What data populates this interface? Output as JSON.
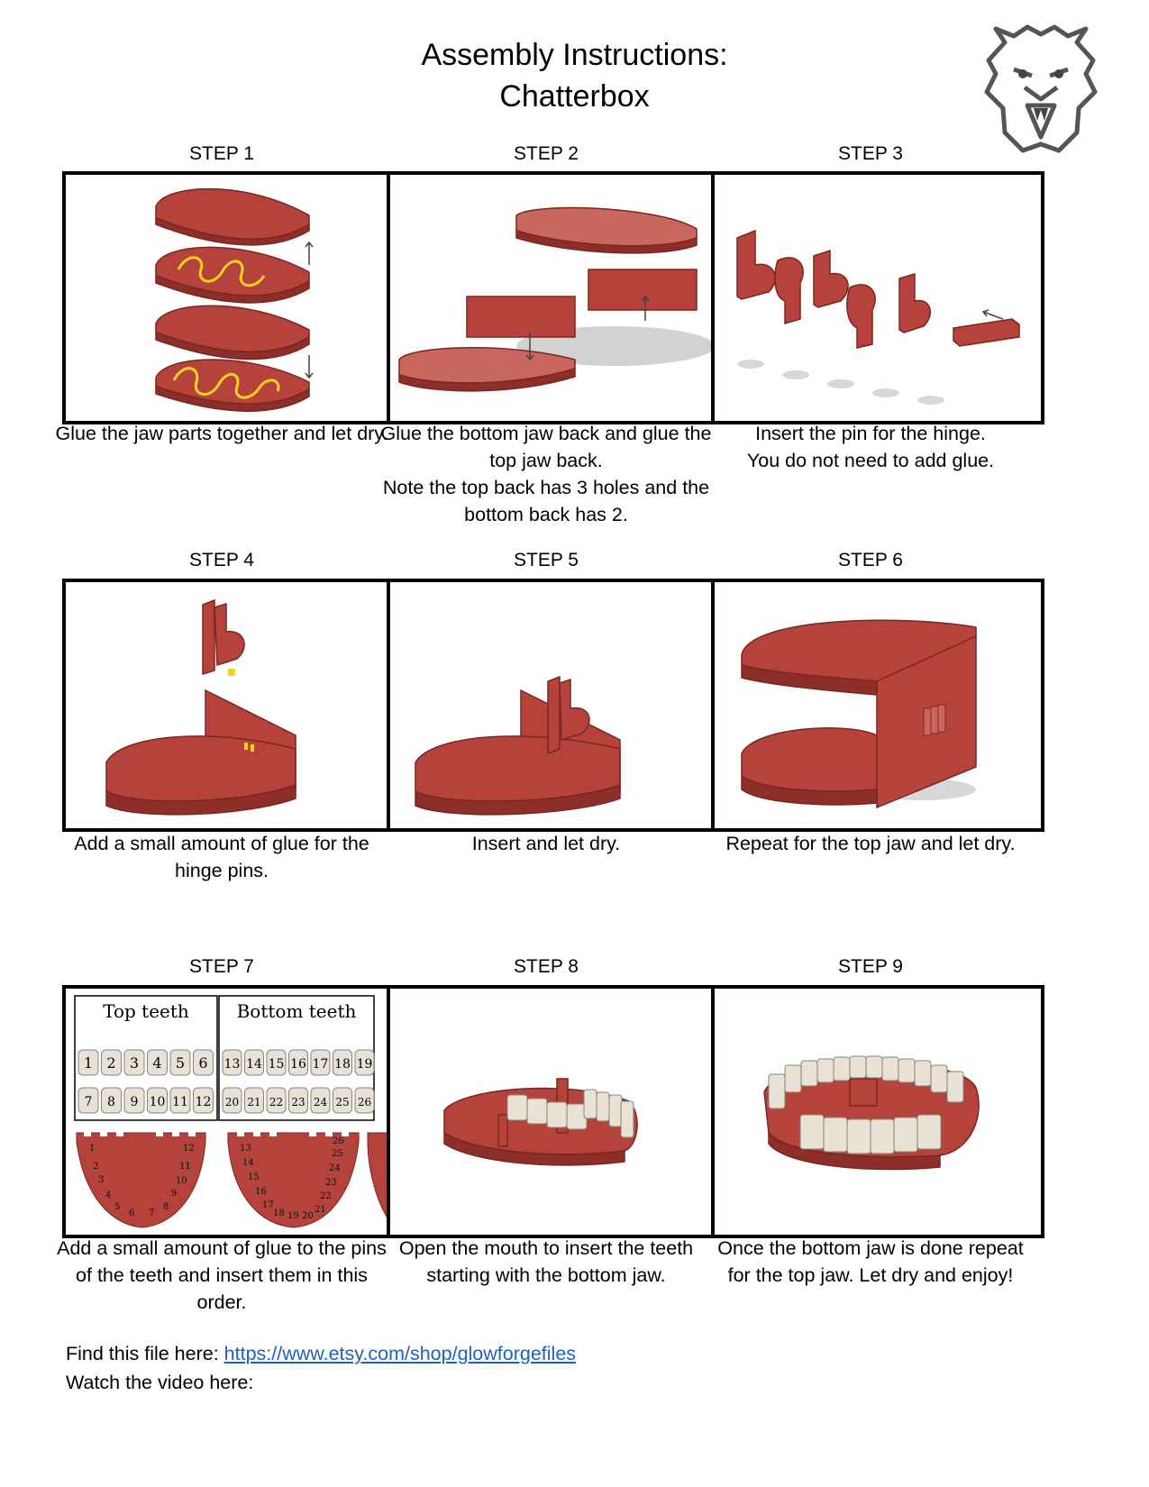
{
  "header": {
    "title_line1": "Assembly Instructions:",
    "title_line2": "Chatterbox",
    "logo_icon": "bear-head-logo-icon"
  },
  "colors": {
    "wood": "#b5433c",
    "wood_dark": "#8d2e29",
    "wood_light": "#c9665e",
    "glue": "#f4d21e",
    "teeth": "#e8e2d6",
    "link": "#1f5fbf"
  },
  "steps": [
    {
      "label": "STEP 1",
      "caption": [
        "Glue the jaw parts together and let dry."
      ]
    },
    {
      "label": "STEP 2",
      "caption": [
        "Glue the bottom jaw back and glue the top jaw back.",
        "Note the top back has 3 holes and the bottom back has 2."
      ]
    },
    {
      "label": "STEP 3",
      "caption": [
        "Insert the pin for the hinge.",
        "You do not need to add glue."
      ]
    },
    {
      "label": "STEP 4",
      "caption": [
        "Add a small amount of glue for the hinge pins."
      ]
    },
    {
      "label": "STEP 5",
      "caption": [
        "Insert and let dry."
      ]
    },
    {
      "label": "STEP 6",
      "caption": [
        "Repeat for the top jaw and let dry."
      ]
    },
    {
      "label": "STEP 7",
      "caption": [
        "Add a small amount of glue to the pins of the teeth and insert them in this order."
      ]
    },
    {
      "label": "STEP 8",
      "caption": [
        "Open the mouth to insert the teeth starting with the bottom jaw."
      ]
    },
    {
      "label": "STEP 9",
      "caption": [
        "Once the bottom jaw is done repeat for the top jaw. Let dry and enjoy!"
      ]
    }
  ],
  "teeth_chart": {
    "top_heading": "Top teeth",
    "bottom_heading": "Bottom teeth",
    "top_row1": [
      "1",
      "2",
      "3",
      "4",
      "5",
      "6"
    ],
    "top_row2": [
      "7",
      "8",
      "9",
      "10",
      "11",
      "12"
    ],
    "bottom_row1": [
      "13",
      "14",
      "15",
      "16",
      "17",
      "18",
      "19"
    ],
    "bottom_row2": [
      "20",
      "21",
      "22",
      "23",
      "24",
      "25",
      "26"
    ],
    "top_jaw_numbers": [
      "1",
      "2",
      "3",
      "4",
      "5",
      "6",
      "7",
      "8",
      "9",
      "10",
      "11",
      "12"
    ],
    "bottom_jaw_numbers": [
      "13",
      "14",
      "15",
      "16",
      "17",
      "18",
      "19",
      "20",
      "21",
      "22",
      "23",
      "24",
      "25",
      "26"
    ]
  },
  "footer": {
    "find_label": "Find this file here: ",
    "find_link": "https://www.etsy.com/shop/glowforgefiles",
    "video_label": "Watch the video here:"
  }
}
